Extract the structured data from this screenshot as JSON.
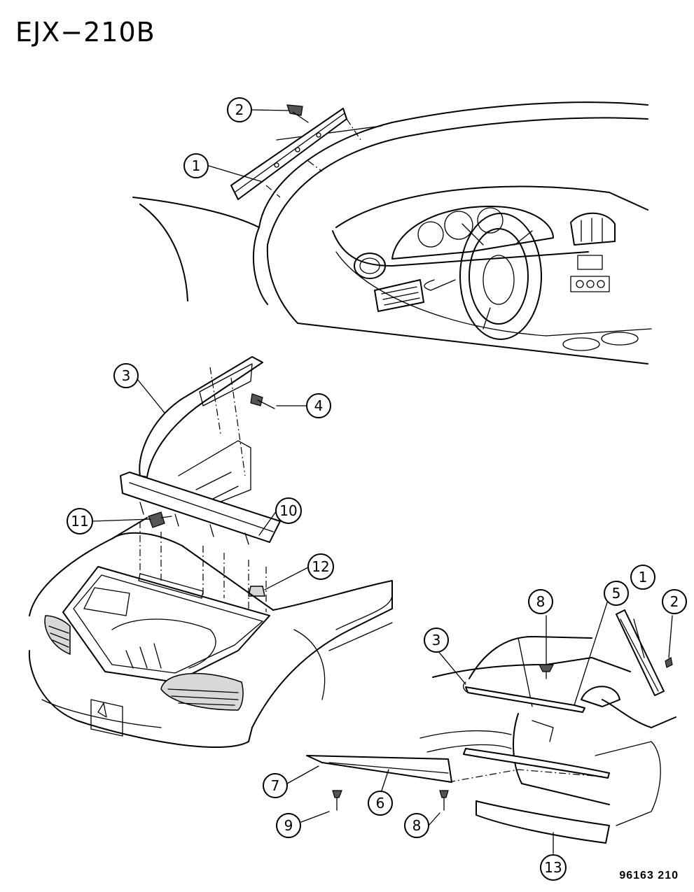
{
  "diagram_code": "EJX−210B",
  "reference_code": "96163 210",
  "callouts": [
    {
      "id": "c1a",
      "label": "1"
    },
    {
      "id": "c2a",
      "label": "2"
    },
    {
      "id": "c3a",
      "label": "3"
    },
    {
      "id": "c4",
      "label": "4"
    },
    {
      "id": "c10",
      "label": "10"
    },
    {
      "id": "c11",
      "label": "11"
    },
    {
      "id": "c12",
      "label": "12"
    },
    {
      "id": "c8a",
      "label": "8"
    },
    {
      "id": "c5",
      "label": "5"
    },
    {
      "id": "c1b",
      "label": "1"
    },
    {
      "id": "c2b",
      "label": "2"
    },
    {
      "id": "c3b",
      "label": "3"
    },
    {
      "id": "c7",
      "label": "7"
    },
    {
      "id": "c6",
      "label": "6"
    },
    {
      "id": "c9",
      "label": "9"
    },
    {
      "id": "c8b",
      "label": "8"
    },
    {
      "id": "c13",
      "label": "13"
    }
  ]
}
